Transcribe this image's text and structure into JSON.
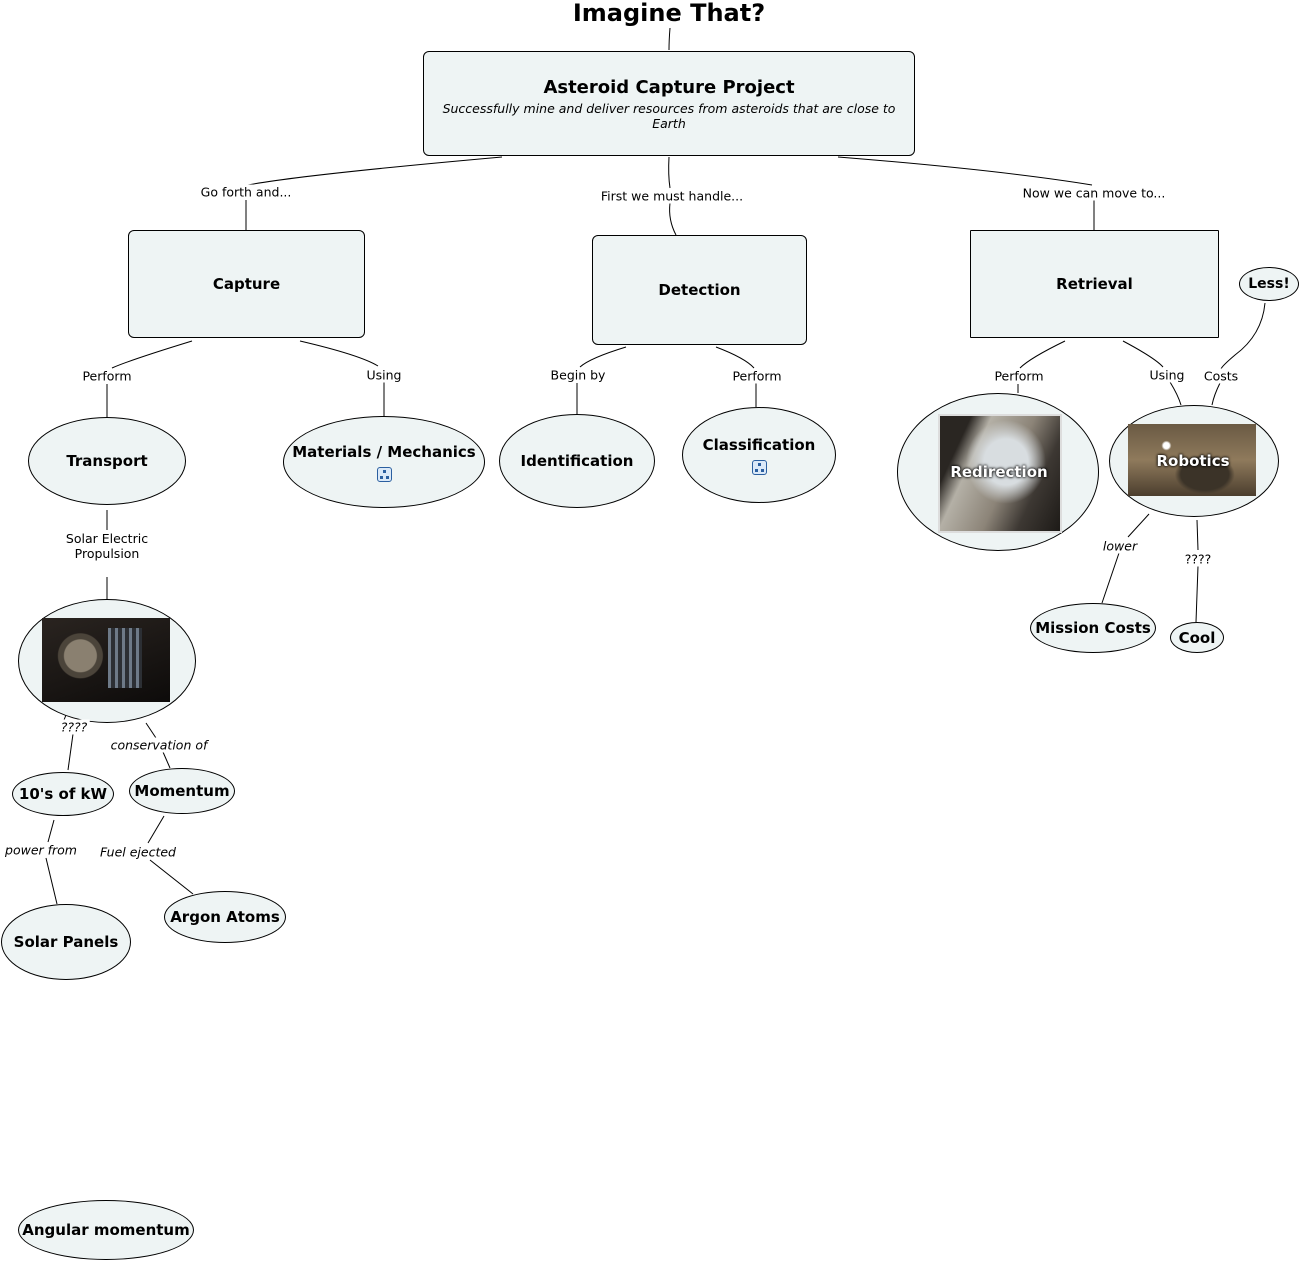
{
  "map": {
    "title": "Imagine That?",
    "root": {
      "title": "Asteroid Capture Project",
      "subtitle": "Successfully mine and deliver resources from asteroids that are close to Earth"
    },
    "nodes": {
      "capture": "Capture",
      "detection": "Detection",
      "retrieval": "Retrieval",
      "less": "Less!",
      "transport": "Transport",
      "materials_mechanics": "Materials / Mechanics",
      "identification": "Identification",
      "classification": "Classification",
      "redirection": "Redirection",
      "robotics": "Robotics",
      "mission_costs": "Mission Costs",
      "cool": "Cool",
      "tens_of_kw": "10's of kW",
      "momentum": "Momentum",
      "solar_panels": "Solar Panels",
      "argon_atoms": "Argon Atoms",
      "angular_momentum": "Angular momentum"
    },
    "links": {
      "go_forth": "Go forth and...",
      "first_handle": "First we must handle...",
      "now_move": "Now we can move to...",
      "capture_perform": "Perform",
      "capture_using": "Using",
      "begin_by": "Begin by",
      "detection_perform": "Perform",
      "retrieval_perform": "Perform",
      "retrieval_using": "Using",
      "costs": "Costs",
      "sep_line1": "Solar Electric",
      "sep_line2": "Propulsion",
      "sp_unknown": "????",
      "conservation_of": "conservation of",
      "power_from": "power from",
      "fuel_ejected": "Fuel ejected",
      "lower": "lower",
      "rob_unknown": "????"
    },
    "icons": {
      "submap": "submap-icon"
    }
  }
}
